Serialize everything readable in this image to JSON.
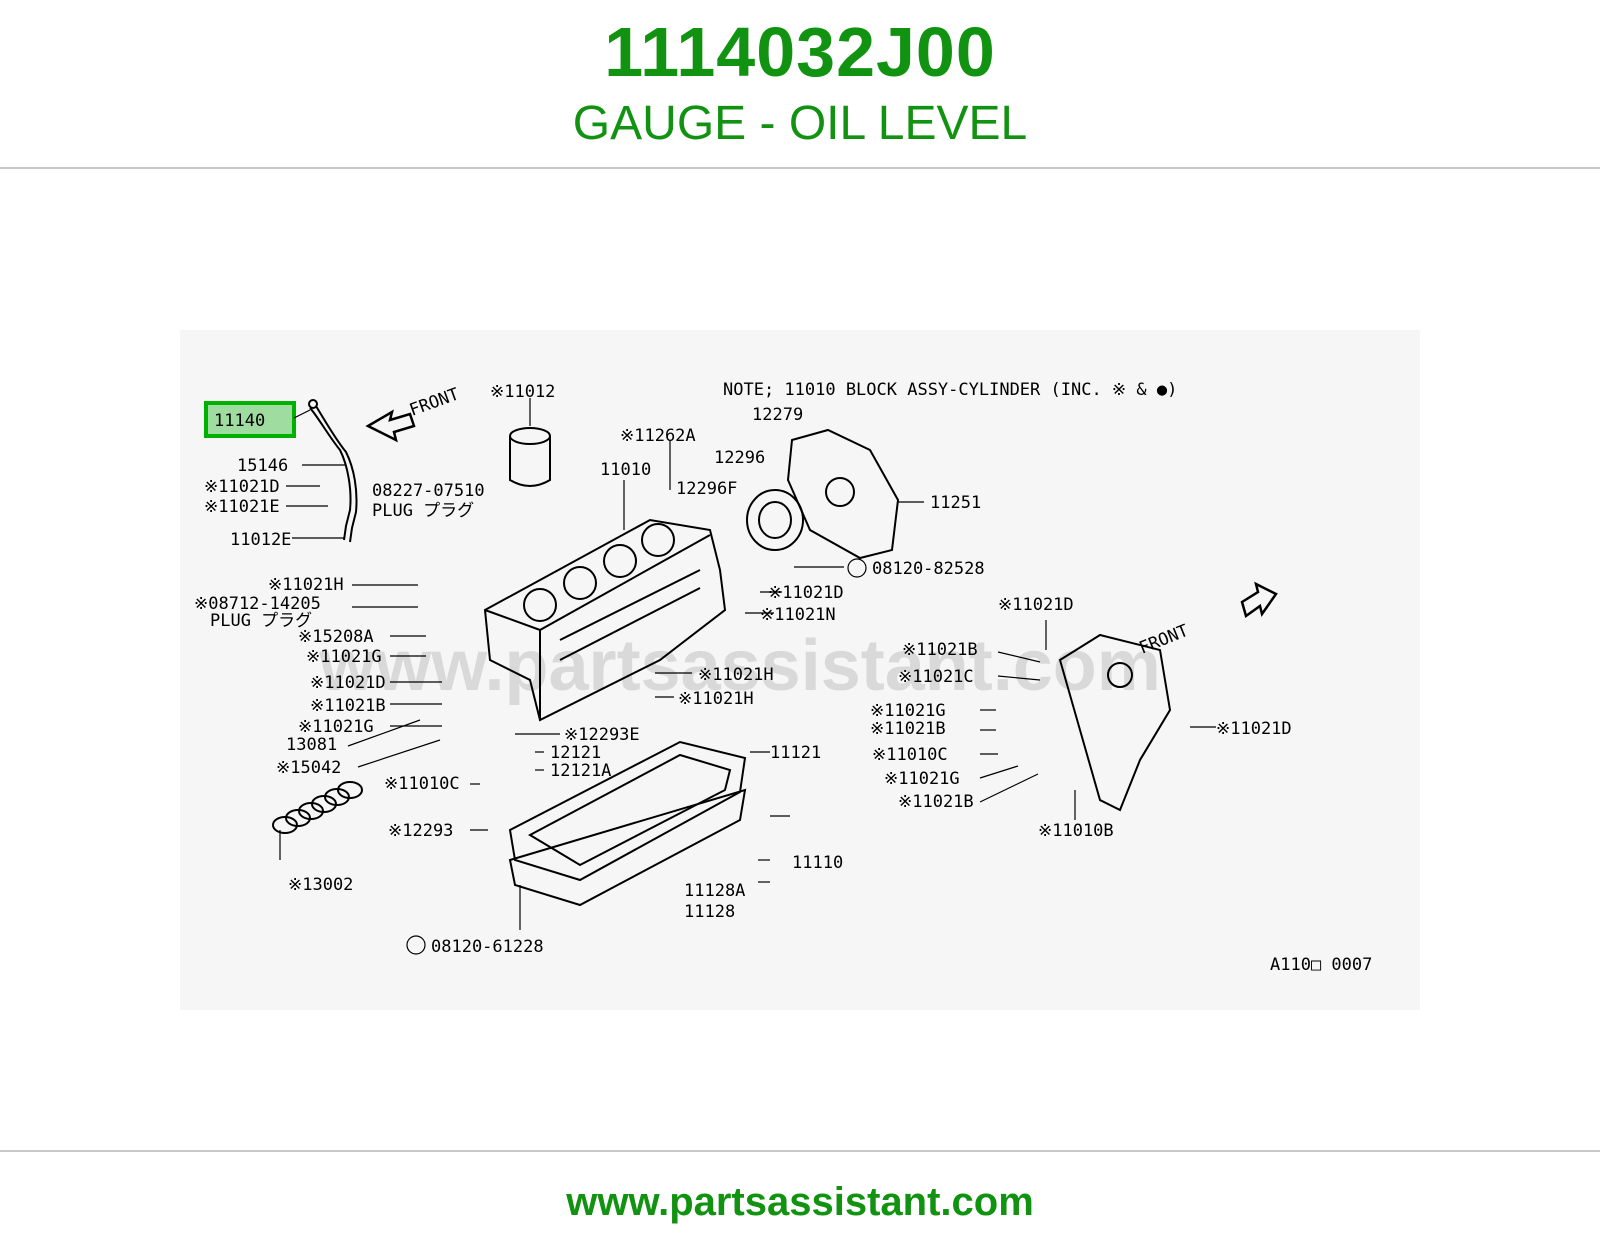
{
  "header": {
    "part_number": "1114032J00",
    "part_name": "GAUGE - OIL LEVEL"
  },
  "diagram": {
    "highlighted_part": "11140",
    "note": "NOTE; 11010 BLOCK ASSY-CYLINDER (INC. ※ & ●)",
    "front_label_left": "FRONT",
    "front_label_right": "FRONT",
    "figure_code": "A110□ 0007",
    "watermark": "www.partsassistant.com",
    "callouts": {
      "c11012": "※11012",
      "c15146": "15146",
      "c0822707510": "08227-07510",
      "cplug1": "PLUG プラグ",
      "c11021D_1": "※11021D",
      "c11021E": "※11021E",
      "c11012E": "11012E",
      "c11021H_1": "※11021H",
      "c0871214205": "※08712-14205",
      "cplug2": "PLUG プラグ",
      "c15208A": "※15208A",
      "c11021G_1": "※11021G",
      "c11021D_2": "※11021D",
      "c11021B_1": "※11021B",
      "c11021G_2": "※11021G",
      "c13081": "13081",
      "c15042": "※15042",
      "c13002": "※13002",
      "c11262A": "※11262A",
      "c11010": "11010",
      "c12279": "12279",
      "c12296": "12296",
      "c12296F": "12296F",
      "c11251": "11251",
      "c0812082528": "08120-82528",
      "c11021D_3": "※11021D",
      "c11021N": "※11021N",
      "c11021H_2": "※11021H",
      "c11021H_3": "※11021H",
      "c12293E": "※12293E",
      "c12121": "12121",
      "c12121A": "12121A",
      "c11010C_1": "※11010C",
      "c12293": "※12293",
      "c11121": "11121",
      "c11110": "11110",
      "c11128A": "11128A",
      "c11128": "11128",
      "c0812061228": "08120-61228",
      "c11021D_4": "※11021D",
      "c11021B_2": "※11021B",
      "c11021C": "※11021C",
      "c11021G_3": "※11021G",
      "c11021B_3": "※11021B",
      "c11010C_2": "※11010C",
      "c11021G_4": "※11021G",
      "c11021B_4": "※11021B",
      "c11010B": "※11010B",
      "c11021D_5": "※11021D"
    }
  },
  "footer": {
    "url": "www.partsassistant.com"
  },
  "colors": {
    "brand_green": "#119311",
    "highlight_fill": "#9fdc9f"
  }
}
